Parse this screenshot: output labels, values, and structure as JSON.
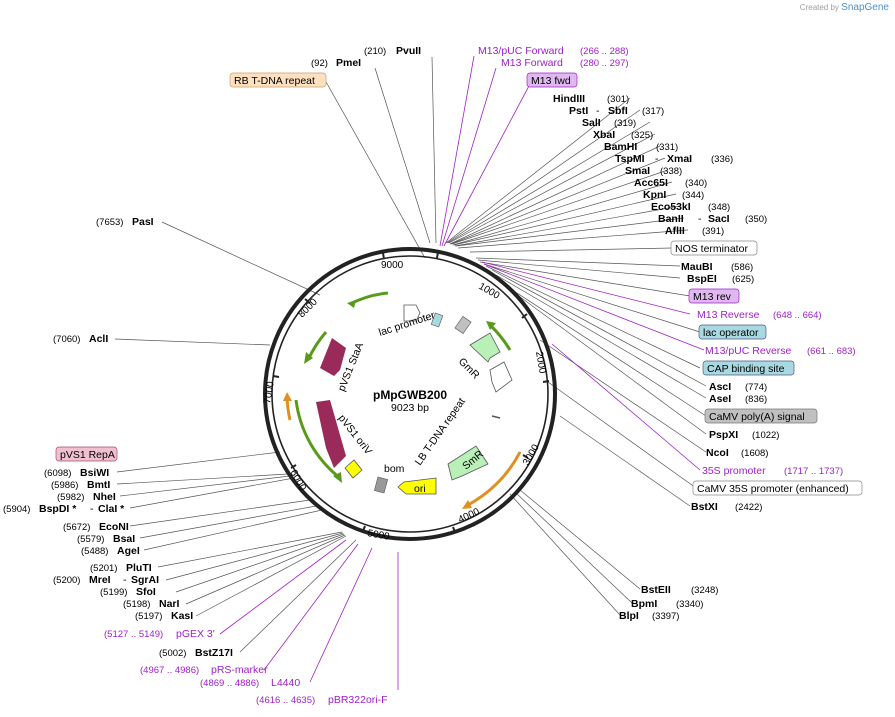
{
  "brand": {
    "created_by": "Created by",
    "name": "SnapGene"
  },
  "plasmid": {
    "name": "pMpGWB200",
    "size": "9023 bp"
  },
  "ticks": [
    "1000",
    "2000",
    "3000",
    "4000",
    "5000",
    "6000",
    "7000",
    "8000",
    "9000"
  ],
  "features": {
    "lac_promoter": "lac promoter",
    "gmr": "GmR",
    "pvs1_staa": "pVS1 StaA",
    "pvs1_oriv": "pVS1 oriV",
    "bom": "bom",
    "lb_tdna": "LB T-DNA repeat",
    "smr": "SmR",
    "ori": "ori"
  },
  "labels_top": {
    "pvuii": {
      "name": "PvuII",
      "pos": "(210)"
    },
    "pmei": {
      "name": "PmeI",
      "pos": "(92)"
    },
    "rb_tdna": "RB T-DNA repeat",
    "pasi": {
      "name": "PasI",
      "pos": "(7653)"
    },
    "acli": {
      "name": "AclI",
      "pos": "(7060)"
    }
  },
  "primers_top": [
    {
      "name": "M13/pUC Forward",
      "pos": "(266 .. 288)"
    },
    {
      "name": "M13 Forward",
      "pos": "(280 .. 297)"
    }
  ],
  "m13fwd_box": "M13 fwd",
  "right_sites": [
    {
      "name": "HindIII",
      "pos": "(301)"
    },
    {
      "name": "PstI",
      "pos": ""
    },
    {
      "name": "SbfI",
      "pos": "(317)"
    },
    {
      "name": "SalI",
      "pos": "(319)"
    },
    {
      "name": "XbaI",
      "pos": "(325)"
    },
    {
      "name": "BamHI",
      "pos": "(331)"
    },
    {
      "name": "TspMI",
      "pos": ""
    },
    {
      "name": "XmaI",
      "pos": "(336)"
    },
    {
      "name": "SmaI",
      "pos": "(338)"
    },
    {
      "name": "Acc65I",
      "pos": "(340)"
    },
    {
      "name": "KpnI",
      "pos": "(344)"
    },
    {
      "name": "Eco53kI",
      "pos": "(348)"
    },
    {
      "name": "BanII",
      "pos": ""
    },
    {
      "name": "SacI",
      "pos": "(350)"
    },
    {
      "name": "AflII",
      "pos": "(391)"
    }
  ],
  "right_lower": {
    "nos_terminator": "NOS terminator",
    "maubi": {
      "name": "MauBI",
      "pos": "(586)"
    },
    "bspei": {
      "name": "BspEI",
      "pos": "(625)"
    },
    "m13rev_box": "M13 rev",
    "m13_reverse": {
      "name": "M13 Reverse",
      "pos": "(648 .. 664)"
    },
    "lac_operator": "lac operator",
    "m13puc_reverse": {
      "name": "M13/pUC Reverse",
      "pos": "(661 .. 683)"
    },
    "cap_site": "CAP binding site",
    "asci": {
      "name": "AscI",
      "pos": "(774)"
    },
    "asei": {
      "name": "AseI",
      "pos": "(836)"
    },
    "camv_polya": "CaMV poly(A) signal",
    "pspxi": {
      "name": "PspXI",
      "pos": "(1022)"
    },
    "ncoi": {
      "name": "NcoI",
      "pos": "(1608)"
    },
    "s35_promoter": {
      "name": "35S promoter",
      "pos": "(1717 .. 1737)"
    },
    "camv35s_enh": "CaMV 35S promoter (enhanced)",
    "bstxi": {
      "name": "BstXI",
      "pos": "(2422)"
    }
  },
  "bottom_right": [
    {
      "name": "BstEII",
      "pos": "(3248)"
    },
    {
      "name": "BpmI",
      "pos": "(3340)"
    },
    {
      "name": "BlpI",
      "pos": "(3397)"
    }
  ],
  "left_lower": {
    "pvs1_repa": "pVS1 RepA",
    "bswi": {
      "name": "BsiWI",
      "pos": "(6098)"
    },
    "bmti": {
      "name": "BmtI",
      "pos": "(5986)"
    },
    "nhei": {
      "name": "NheI",
      "pos": "(5982)"
    },
    "bspdi": {
      "name": "BspDI *",
      "name2": "ClaI *",
      "pos": "(5904)"
    },
    "ecoNI": {
      "name": "EcoNI",
      "pos": "(5672)"
    },
    "bsai": {
      "name": "BsaI",
      "pos": "(5579)"
    },
    "agei": {
      "name": "AgeI",
      "pos": "(5488)"
    },
    "pluti": {
      "name": "PluTI",
      "pos": "(5201)"
    },
    "mrei": {
      "name": "MreI",
      "name2": "SgrAI",
      "pos": "(5200)"
    },
    "sfoi": {
      "name": "SfoI",
      "pos": "(5199)"
    },
    "nari": {
      "name": "NarI",
      "pos": "(5198)"
    },
    "kasi": {
      "name": "KasI",
      "pos": "(5197)"
    },
    "pgex3": {
      "name": "pGEX 3'",
      "pos": "(5127 .. 5149)"
    },
    "bstz17i": {
      "name": "BstZ17I",
      "pos": "(5002)"
    },
    "prs_marker": {
      "name": "pRS-marker",
      "pos": "(4967 .. 4986)"
    },
    "l4440": {
      "name": "L4440",
      "pos": "(4869 .. 4886)"
    },
    "pbr322": {
      "name": "pBR322ori-F",
      "pos": "(4616 .. 4635)"
    }
  },
  "colors": {
    "primer": "#a020c8",
    "ring": "#222222",
    "green_arrow": "#5a9a1a",
    "orange_arrow": "#e09020",
    "staa": "#9a2a5a",
    "ori": "#ffff00",
    "gmr": "#b8f0b8",
    "rb_box": "#fde0c0",
    "m13_box": "#e0b8f0",
    "lac_op_box": "#a8d8e0",
    "polyA_box": "#c0c0c0",
    "repa_box": "#f0c0d0"
  }
}
